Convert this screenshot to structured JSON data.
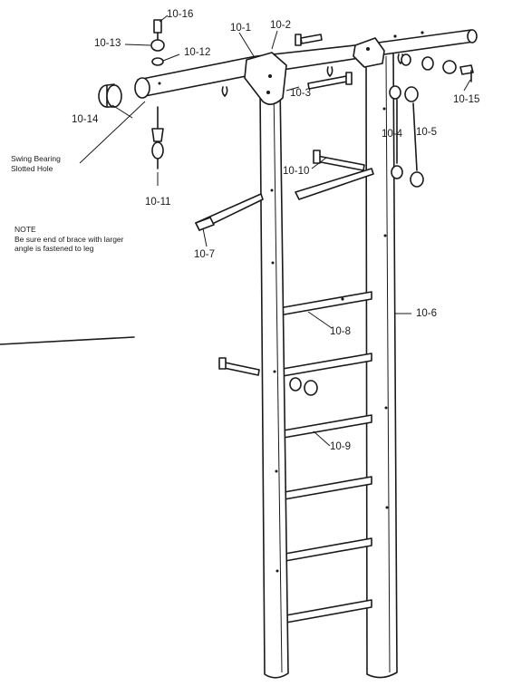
{
  "labels": {
    "p10_1": "10-1",
    "p10_2": "10-2",
    "p10_3": "10-3",
    "p10_4": "10-4",
    "p10_5": "10-5",
    "p10_6": "10-6",
    "p10_7": "10-7",
    "p10_8": "10-8",
    "p10_9": "10-9",
    "p10_10": "10-10",
    "p10_11": "10-11",
    "p10_12": "10-12",
    "p10_13": "10-13",
    "p10_14": "10-14",
    "p10_15": "10-15",
    "p10_16": "10-16"
  },
  "callout": {
    "line1": "Swing Bearing",
    "line2": "Slotted Hole"
  },
  "note": {
    "title": "NOTE",
    "line1": "Be sure end of brace with larger",
    "line2": "angle is fastened to leg"
  },
  "colors": {
    "ink": "#1a1a1a",
    "paper": "#ffffff"
  }
}
